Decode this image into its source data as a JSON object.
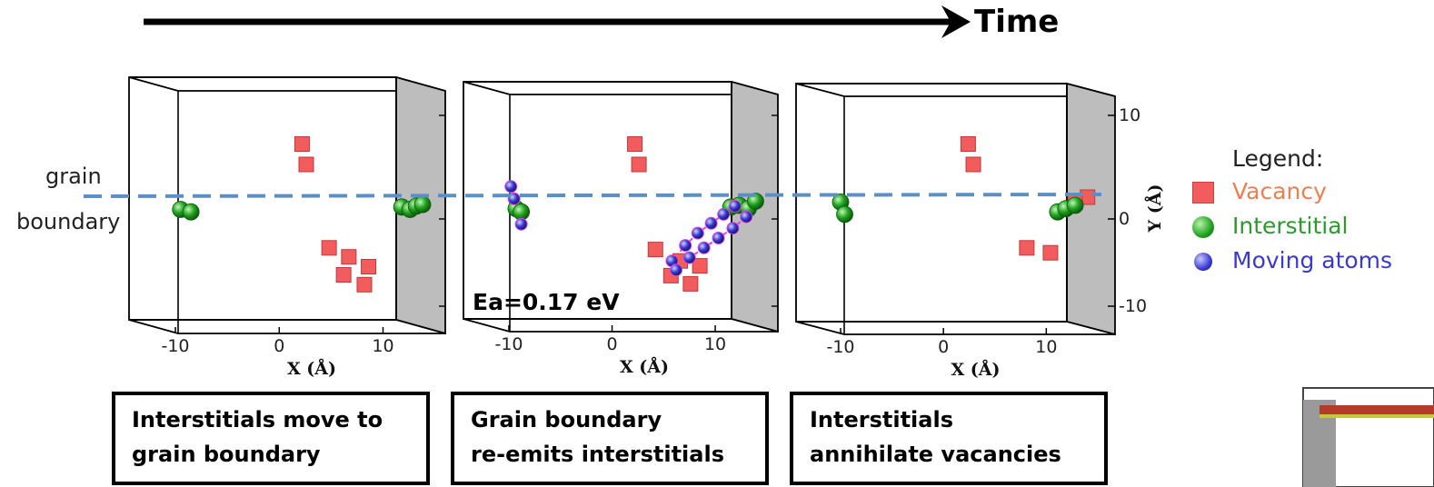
{
  "header": {
    "time_label": "Time"
  },
  "grain_boundary_label": [
    "grain",
    "boundary"
  ],
  "panels": [
    {
      "x_ticks": [
        "-10",
        "0",
        "10"
      ],
      "x_label": "X (Å)",
      "annotation": "",
      "vacancies": [
        [
          -5.8,
          9.5
        ],
        [
          -5.4,
          7.0
        ],
        [
          -3.2,
          -3.2
        ],
        [
          -1.3,
          -4.3
        ],
        [
          0.6,
          -5.5
        ],
        [
          -1.8,
          -6.5
        ],
        [
          0.2,
          -7.7
        ]
      ],
      "interstitials": [
        [
          -17.5,
          1.5
        ],
        [
          -16.5,
          1.2
        ],
        [
          3.8,
          1.8
        ],
        [
          4.6,
          1.5
        ],
        [
          5.2,
          1.9
        ],
        [
          5.8,
          2.1
        ]
      ],
      "moving": []
    },
    {
      "annotation": "Ea=0.17 eV",
      "x_ticks": [
        "-10",
        "0",
        "10"
      ],
      "x_label": "X (Å)",
      "vacancies": [
        [
          -5.8,
          9.5
        ],
        [
          -5.4,
          7.0
        ],
        [
          -3.8,
          -3.4
        ],
        [
          -1.4,
          -4.8
        ],
        [
          0.5,
          -5.4
        ],
        [
          -2.3,
          -6.6
        ],
        [
          -0.4,
          -7.6
        ]
      ],
      "interstitials": [
        [
          -17.3,
          1.6
        ],
        [
          -16.8,
          1.2
        ],
        [
          3.5,
          1.8
        ],
        [
          4.3,
          2.0
        ],
        [
          5.2,
          1.6
        ],
        [
          5.9,
          2.5
        ]
      ],
      "moving": [
        [
          -17.8,
          4.3
        ],
        [
          -17.5,
          2.8
        ],
        [
          -16.8,
          -0.3
        ],
        [
          -2.2,
          -4.8
        ],
        [
          -0.9,
          -2.9
        ],
        [
          0.3,
          -1.4
        ],
        [
          1.6,
          -0.2
        ],
        [
          2.8,
          0.9
        ],
        [
          3.9,
          1.9
        ],
        [
          -1.8,
          -5.9
        ],
        [
          -0.5,
          -4.4
        ],
        [
          0.9,
          -3.2
        ],
        [
          2.3,
          -2.0
        ],
        [
          3.7,
          -0.8
        ],
        [
          5.0,
          0.6
        ]
      ]
    },
    {
      "x_ticks": [
        "-10",
        "0",
        "10"
      ],
      "x_label": "X (Å)",
      "y_ticks": [
        "10",
        "0",
        "-10"
      ],
      "y_label": "Y (Å)",
      "annotation": "",
      "vacancies": [
        [
          -5.6,
          9.5
        ],
        [
          -5.1,
          7.0
        ],
        [
          0.1,
          -3.2
        ],
        [
          2.4,
          -3.8
        ],
        [
          6.0,
          3.0
        ],
        [
          4.8,
          2.4
        ]
      ],
      "interstitials": [
        [
          -18.0,
          2.4
        ],
        [
          -17.6,
          0.9
        ],
        [
          3.1,
          1.2
        ],
        [
          3.9,
          1.6
        ],
        [
          4.8,
          2.0
        ]
      ],
      "moving": []
    }
  ],
  "captions": [
    [
      "Interstitials move to",
      "grain boundary"
    ],
    [
      "Grain boundary",
      "re-emits interstitials"
    ],
    [
      "Interstitials",
      "annihilate vacancies"
    ]
  ],
  "legend": {
    "title": "Legend:",
    "items": [
      {
        "label": "Vacancy",
        "color": "#f07e4e",
        "icon": "red-square"
      },
      {
        "label": "Interstitial",
        "color": "#2d9a2d",
        "icon": "green-sphere"
      },
      {
        "label": "Moving atoms",
        "color": "#3a3ad0",
        "icon": "blue-sphere"
      }
    ]
  },
  "colors": {
    "vacancy": "#f25c5c",
    "interstitial": "#21a321",
    "moving": "#3a3ad0",
    "trail": "#e040e0",
    "gb_line": "#5b8fc8",
    "side_face": "#bdbdbd"
  }
}
